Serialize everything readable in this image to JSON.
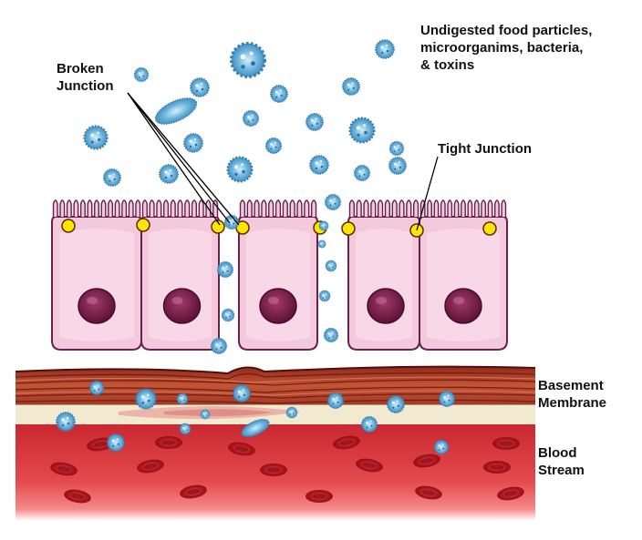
{
  "labels": {
    "food_particles": [
      "Undigested food particles,",
      "microorganims, bacteria,",
      "& toxins"
    ],
    "broken_junction": [
      "Broken",
      "Junction"
    ],
    "tight_junction": "Tight Junction",
    "basement_membrane": [
      "Basement",
      "Membrane"
    ],
    "blood_stream": [
      "Blood",
      "Stream"
    ]
  },
  "colors": {
    "particle": "#5ba3d0",
    "cell_fill": "#f3c9dc",
    "cell_outline": "#6b1f4f",
    "nucleus": "#7a1f4a",
    "junction": "#ffe600",
    "muscle": "#b4402b",
    "membrane": "#f2ead0",
    "blood": "#d8363c",
    "rbc": "#b0141c"
  },
  "icons": [
    "particle-cluster",
    "epithelial-cell",
    "nucleus",
    "tight-junction-dot",
    "red-blood-cell"
  ]
}
